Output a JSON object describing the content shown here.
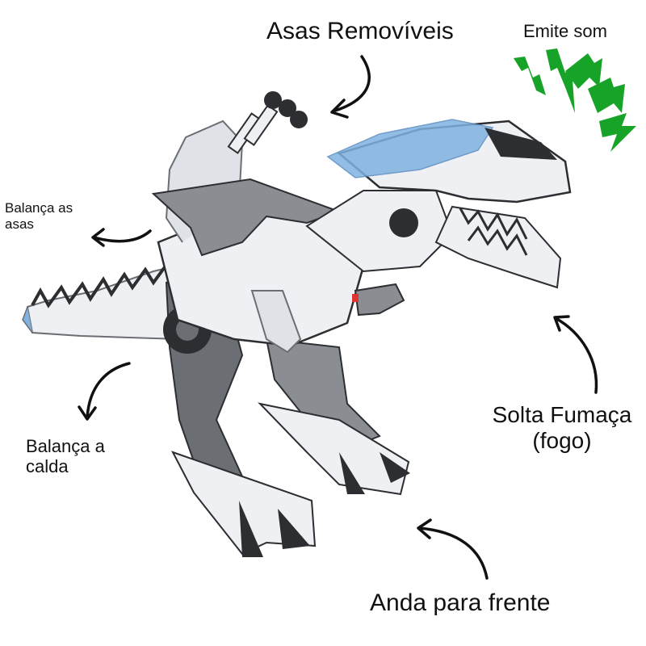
{
  "labels": {
    "removable_wings": "Asas Removíveis",
    "emits_sound": "Emite som",
    "flaps_wings": "Balança as asas",
    "wags_tail": "Balança a calda",
    "smoke_line1": "Solta Fumaça",
    "smoke_line2": "(fogo)",
    "walks_forward": "Anda para frente"
  },
  "colors": {
    "sound_bolts": "#17a327",
    "arrow": "#111111",
    "body_white": "#eef0f3",
    "body_grey": "#6b6e73",
    "body_dark": "#2c2e32",
    "visor_blue": "#7fb2e0"
  },
  "icons": [
    "curved-arrow-icon",
    "sound-bolt-icon"
  ]
}
